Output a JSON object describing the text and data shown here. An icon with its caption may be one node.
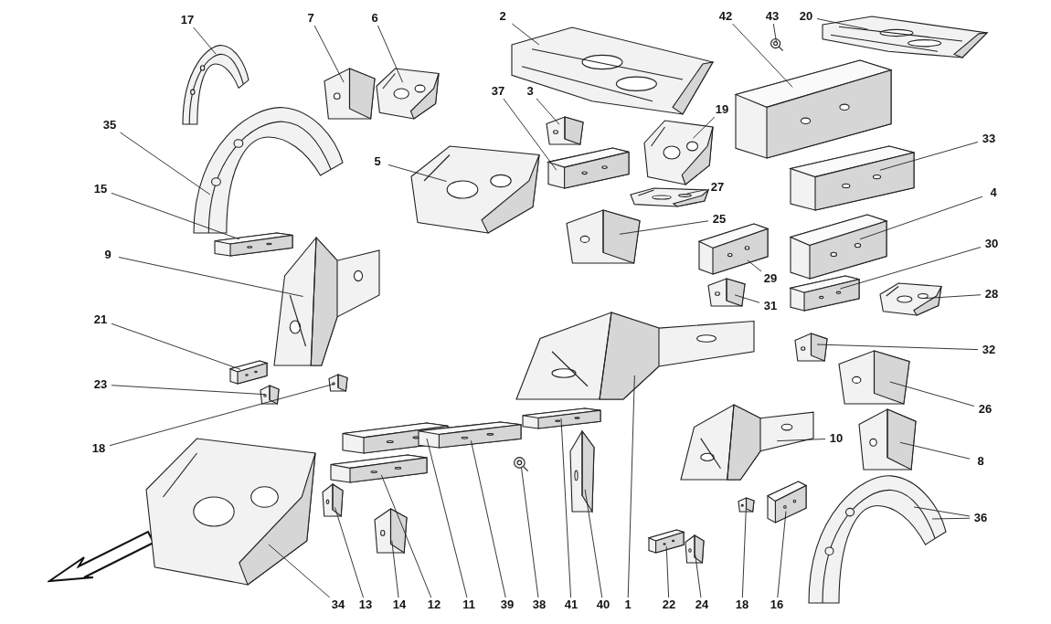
{
  "diagram": {
    "nodes": [
      {
        "text": [
          "17"
        ]
      },
      {
        "text": [],
        "shape": "picture"
      },
      {
        "text": [
          "7"
        ]
      },
      {
        "text": [],
        "shape": "picture"
      },
      {
        "text": [
          "6"
        ]
      },
      {
        "text": [],
        "shape": "picture"
      },
      {
        "text": [
          "2"
        ]
      },
      {
        "text": [],
        "shape": "picture"
      },
      {
        "text": [
          "42"
        ]
      },
      {
        "text": [],
        "shape": "picture"
      },
      {
        "text": [
          "43"
        ]
      },
      {
        "text": [],
        "shape": "picture"
      },
      {
        "text": [
          "20"
        ]
      },
      {
        "text": [],
        "shape": "picture"
      },
      {
        "text": [
          "35"
        ]
      },
      {
        "text": [],
        "shape": "picture"
      },
      {
        "text": [
          "37"
        ]
      },
      {
        "text": [],
        "shape": "picture"
      },
      {
        "text": [
          "3"
        ]
      },
      {
        "text": [],
        "shape": "picture"
      },
      {
        "text": [
          "19"
        ]
      },
      {
        "text": [],
        "shape": "picture"
      },
      {
        "text": [
          "15"
        ]
      },
      {
        "text": [],
        "shape": "picture"
      },
      {
        "text": [
          "5"
        ]
      },
      {
        "text": [],
        "shape": "picture"
      },
      {
        "text": [
          "27"
        ]
      },
      {
        "text": [],
        "shape": "picture"
      },
      {
        "text": [
          "33"
        ]
      },
      {
        "text": [],
        "shape": "picture"
      },
      {
        "text": [
          "4"
        ]
      },
      {
        "text": [],
        "shape": "picture"
      },
      {
        "text": [
          "25"
        ]
      },
      {
        "text": [],
        "shape": "picture"
      },
      {
        "text": [
          "9"
        ]
      },
      {
        "text": [],
        "shape": "picture"
      },
      {
        "text": [
          "29"
        ]
      },
      {
        "text": [],
        "shape": "picture"
      },
      {
        "text": [
          "30"
        ]
      },
      {
        "text": [],
        "shape": "picture"
      },
      {
        "text": [
          "28"
        ]
      },
      {
        "text": [],
        "shape": "picture"
      },
      {
        "text": [
          "31"
        ]
      },
      {
        "text": [],
        "shape": "picture"
      },
      {
        "text": [
          "21"
        ]
      },
      {
        "text": [],
        "shape": "picture"
      },
      {
        "text": [
          "32"
        ]
      },
      {
        "text": [],
        "shape": "picture"
      },
      {
        "text": [
          "26"
        ]
      },
      {
        "text": [],
        "shape": "picture"
      },
      {
        "text": [
          "23"
        ]
      },
      {
        "text": [],
        "shape": "picture"
      },
      {
        "text": [
          "18"
        ]
      },
      {
        "text": [],
        "shape": "picture"
      },
      {
        "text": [
          "10"
        ]
      },
      {
        "text": [],
        "shape": "picture"
      },
      {
        "text": [
          "8"
        ]
      },
      {
        "text": [],
        "shape": "picture"
      },
      {
        "text": [
          "1"
        ]
      },
      {
        "text": [],
        "shape": "picture"
      },
      {
        "text": [
          "34"
        ]
      },
      {
        "text": [],
        "shape": "picture"
      },
      {
        "text": [
          "13"
        ]
      },
      {
        "text": [],
        "shape": "picture"
      },
      {
        "text": [
          "14"
        ]
      },
      {
        "text": [],
        "shape": "picture"
      },
      {
        "text": [
          "12"
        ]
      },
      {
        "text": [],
        "shape": "picture"
      },
      {
        "text": [
          "11"
        ]
      },
      {
        "text": [],
        "shape": "picture"
      },
      {
        "text": [
          "39"
        ]
      },
      {
        "text": [],
        "shape": "picture"
      },
      {
        "text": [
          "38"
        ]
      },
      {
        "text": [],
        "shape": "picture"
      },
      {
        "text": [
          "41"
        ]
      },
      {
        "text": [],
        "shape": "picture"
      },
      {
        "text": [
          "40"
        ]
      },
      {
        "text": [],
        "shape": "picture"
      },
      {
        "text": [
          "22"
        ]
      },
      {
        "text": [],
        "shape": "picture"
      },
      {
        "text": [
          "24"
        ]
      },
      {
        "text": [],
        "shape": "picture"
      },
      {
        "text": [
          "18"
        ]
      },
      {
        "text": [],
        "shape": "picture"
      },
      {
        "text": [
          "16"
        ]
      },
      {
        "text": [],
        "shape": "picture"
      },
      {
        "text": [
          "36"
        ]
      },
      {
        "text": [],
        "shape": "picture"
      }
    ],
    "edges": [
      {
        "from": 0,
        "to": 1,
        "arrow": "none"
      },
      {
        "from": 2,
        "to": 3,
        "arrow": "none"
      },
      {
        "from": 4,
        "to": 5,
        "arrow": "none"
      },
      {
        "from": 6,
        "to": 7,
        "arrow": "none"
      },
      {
        "from": 8,
        "to": 9,
        "arrow": "none"
      },
      {
        "from": 10,
        "to": 11,
        "arrow": "none"
      },
      {
        "from": 12,
        "to": 13,
        "arrow": "none"
      },
      {
        "from": 14,
        "to": 15,
        "arrow": "none"
      },
      {
        "from": 16,
        "to": 17,
        "arrow": "none"
      },
      {
        "from": 18,
        "to": 19,
        "arrow": "none"
      },
      {
        "from": 20,
        "to": 21,
        "arrow": "none"
      },
      {
        "from": 22,
        "to": 23,
        "arrow": "none"
      },
      {
        "from": 24,
        "to": 25,
        "arrow": "none"
      },
      {
        "from": 26,
        "to": 27,
        "arrow": "none"
      },
      {
        "from": 28,
        "to": 29,
        "arrow": "none"
      },
      {
        "from": 30,
        "to": 31,
        "arrow": "none"
      },
      {
        "from": 32,
        "to": 33,
        "arrow": "none"
      },
      {
        "from": 34,
        "to": 35,
        "arrow": "none"
      },
      {
        "from": 36,
        "to": 37,
        "arrow": "none"
      },
      {
        "from": 38,
        "to": 39,
        "arrow": "none"
      },
      {
        "from": 40,
        "to": 41,
        "arrow": "none"
      },
      {
        "from": 42,
        "to": 43,
        "arrow": "none"
      },
      {
        "from": 44,
        "to": 45,
        "arrow": "none"
      },
      {
        "from": 46,
        "to": 47,
        "arrow": "none"
      },
      {
        "from": 48,
        "to": 49,
        "arrow": "none"
      },
      {
        "from": 50,
        "to": 51,
        "arrow": "none"
      },
      {
        "from": 52,
        "to": 53,
        "arrow": "none"
      },
      {
        "from": 54,
        "to": 55,
        "arrow": "none"
      },
      {
        "from": 56,
        "to": 57,
        "arrow": "none"
      },
      {
        "from": 58,
        "to": 59,
        "arrow": "none"
      },
      {
        "from": 60,
        "to": 61,
        "arrow": "none"
      },
      {
        "from": 62,
        "to": 63,
        "arrow": "none"
      },
      {
        "from": 64,
        "to": 65,
        "arrow": "none"
      },
      {
        "from": 66,
        "to": 67,
        "arrow": "none"
      },
      {
        "from": 68,
        "to": 69,
        "arrow": "none"
      },
      {
        "from": 70,
        "to": 71,
        "arrow": "none"
      },
      {
        "from": 72,
        "to": 73,
        "arrow": "none"
      },
      {
        "from": 74,
        "to": 75,
        "arrow": "none"
      },
      {
        "from": 76,
        "to": 77,
        "arrow": "none"
      },
      {
        "from": 78,
        "to": 79,
        "arrow": "none"
      },
      {
        "from": 80,
        "to": 81,
        "arrow": "none"
      },
      {
        "from": 82,
        "to": 83,
        "arrow": "none"
      },
      {
        "from": 84,
        "to": 85,
        "arrow": "none"
      },
      {
        "from": 86,
        "to": 87,
        "arrow": "none"
      },
      {
        "from": 86,
        "to": 87,
        "arrow": "none"
      }
    ]
  }
}
